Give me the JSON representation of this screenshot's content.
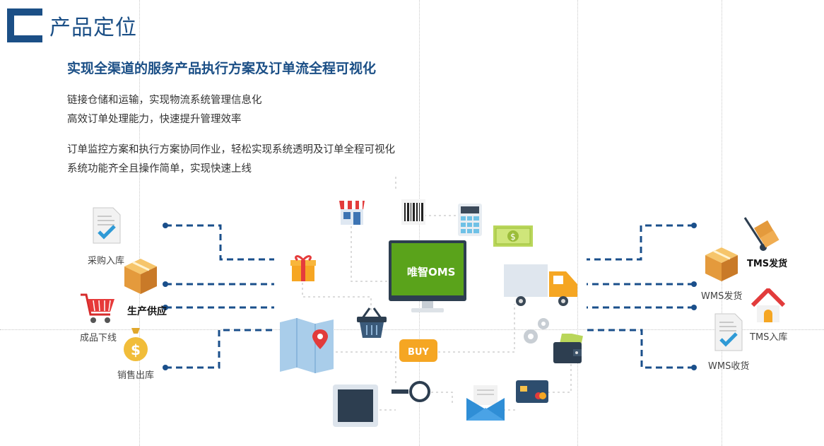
{
  "title": "产品定位",
  "subtitle": "实现全渠道的服务产品执行方案及订单流全程可视化",
  "paragraphs": [
    [
      "链接仓储和运输，实现物流系统管理信息化",
      "高效订单处理能力，快速提升管理效率"
    ],
    [
      "订单监控方案和执行方案协同作业，轻松实现系统透明及订单全程可视化",
      "系统功能齐全且操作简单，实现快速上线"
    ]
  ],
  "monitor_text": "唯智OMS",
  "left_labels": {
    "purchase_in": "采购入库",
    "production_supply": "生产供应",
    "finished_down": "成品下线",
    "sales_out": "销售出库"
  },
  "right_labels": {
    "tms_ship": "TMS发货",
    "wms_ship": "WMS发货",
    "tms_in": "TMS入库",
    "wms_receive": "WMS收货"
  },
  "colors": {
    "brand_blue": "#1b4f86",
    "dash_blue": "#1a4f8b",
    "monitor_green": "#5aa31b"
  }
}
